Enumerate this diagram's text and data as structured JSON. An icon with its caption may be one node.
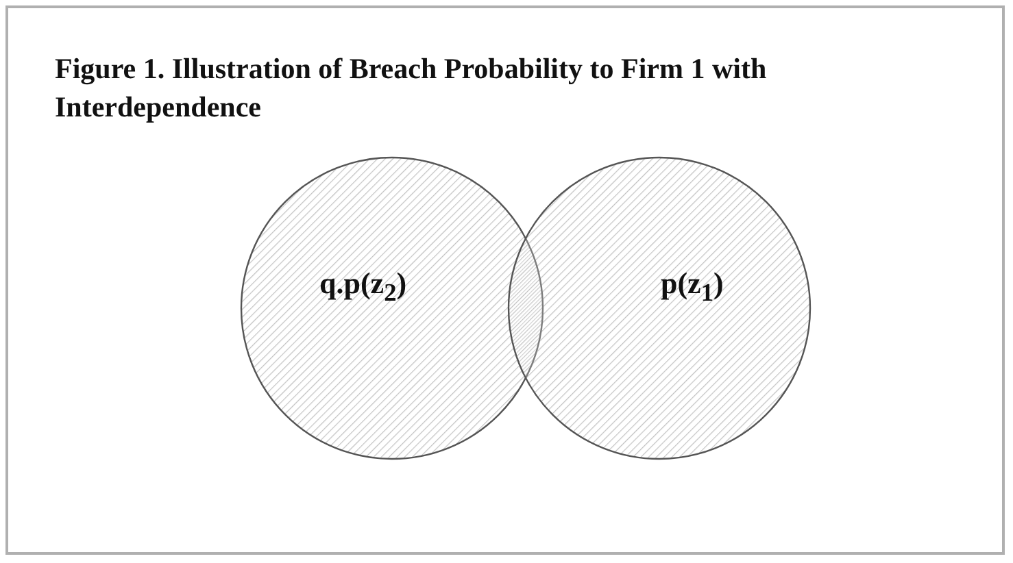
{
  "diagram": {
    "title": "Figure 1. Illustration of Breach Probability to Firm 1 with Interdependence",
    "nodes": [
      {
        "text": [
          "q.p(z$_{2}$)"
        ]
      },
      {
        "text": [
          "p(z$_{1}$)"
        ]
      }
    ]
  }
}
